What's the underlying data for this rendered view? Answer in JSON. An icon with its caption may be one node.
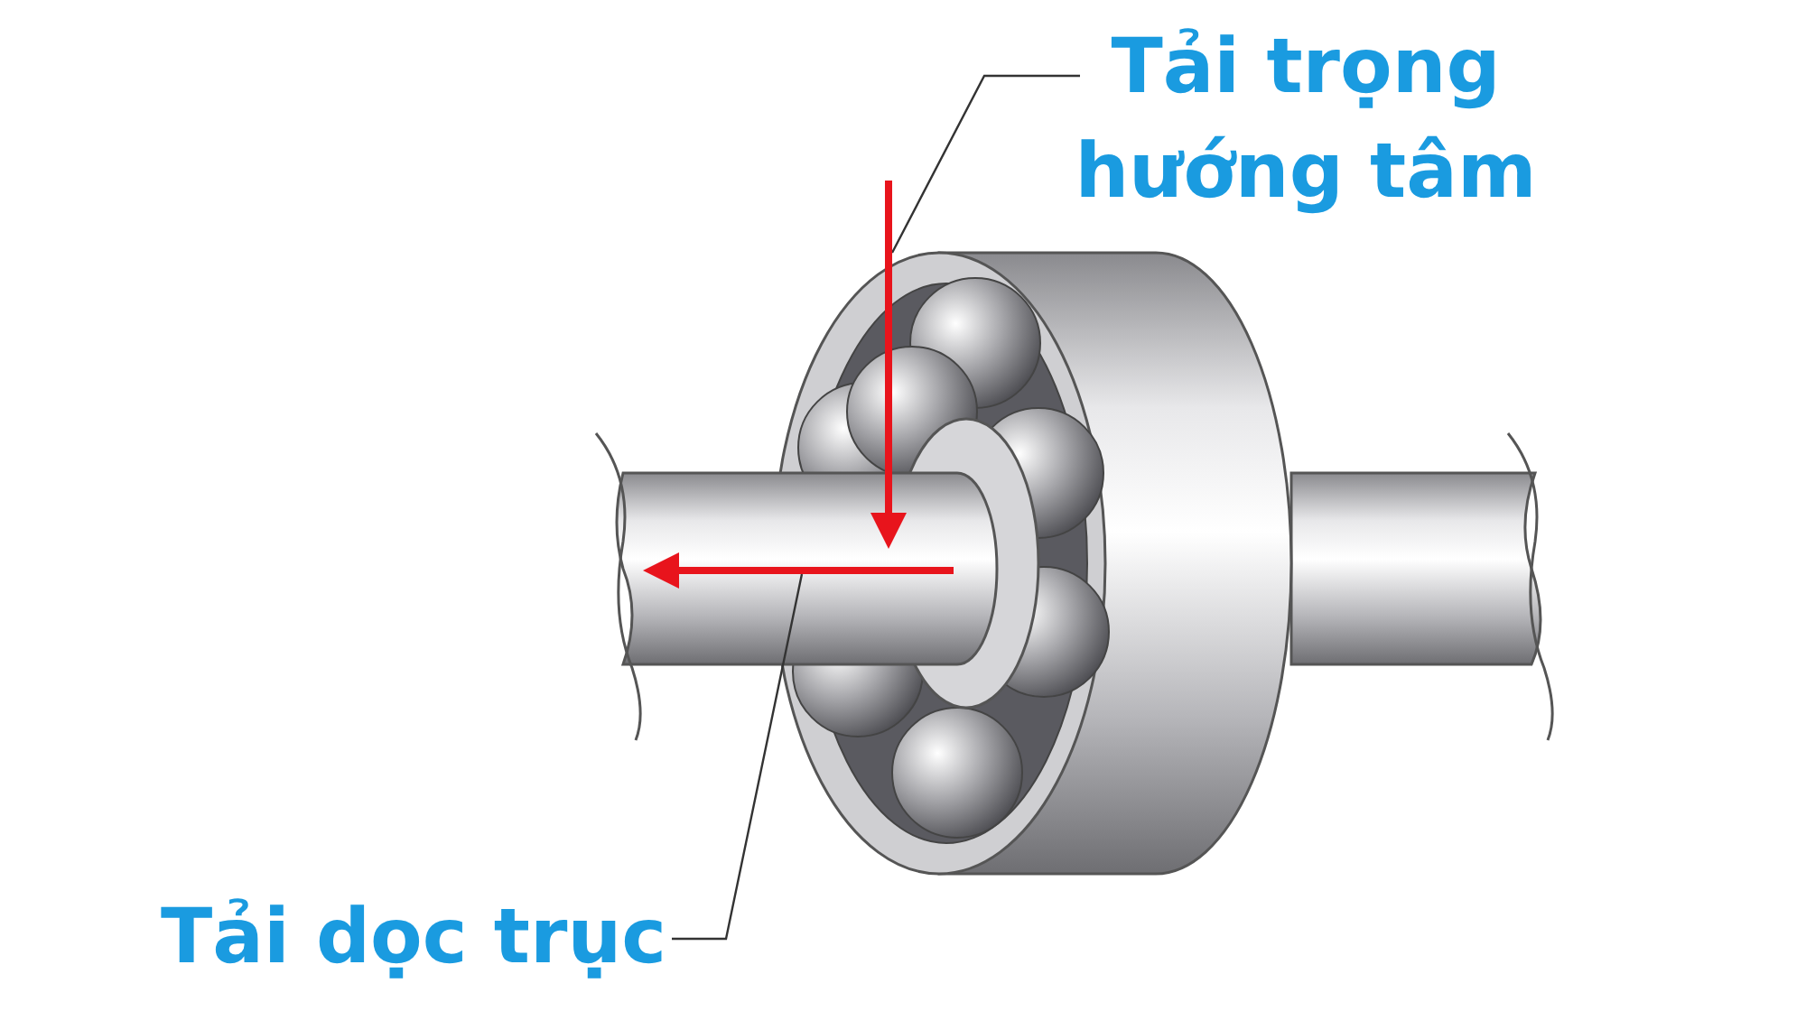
{
  "diagram": {
    "nodes": [
      {
        "text": [
          "Tải trọng hướng tâm"
        ]
      },
      {
        "text": [
          "Tải dọc trục"
        ]
      },
      {
        "text": [],
        "shape": "arrow"
      },
      {
        "text": [],
        "shape": "arrow"
      }
    ],
    "edges": [
      {
        "from": 0,
        "to": 2,
        "arrow": "none"
      },
      {
        "from": 1,
        "to": 3,
        "arrow": "none"
      }
    ]
  }
}
